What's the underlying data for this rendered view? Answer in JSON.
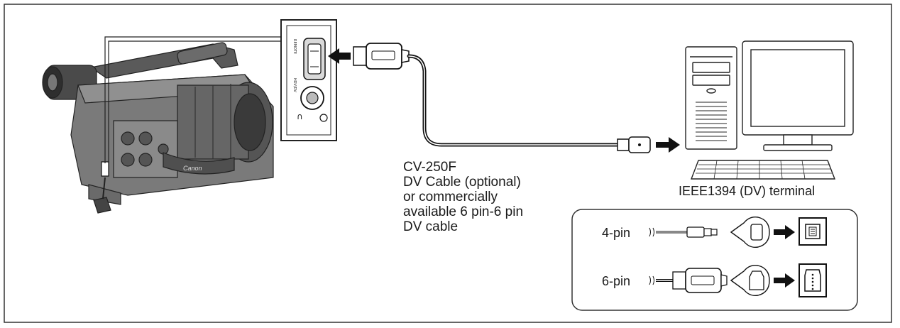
{
  "cable": {
    "lines": [
      "CV-250F",
      "DV Cable (optional)",
      "or commercially",
      "available 6 pin-6 pin",
      "DV cable"
    ]
  },
  "computer": {
    "terminal_label": "IEEE1394 (DV) terminal"
  },
  "pin_types": {
    "four_pin": "4-pin",
    "six_pin": "6-pin"
  },
  "camera": {
    "brand": "Canon",
    "port_labels": [
      "REMOTE",
      "HDV/DV"
    ]
  }
}
